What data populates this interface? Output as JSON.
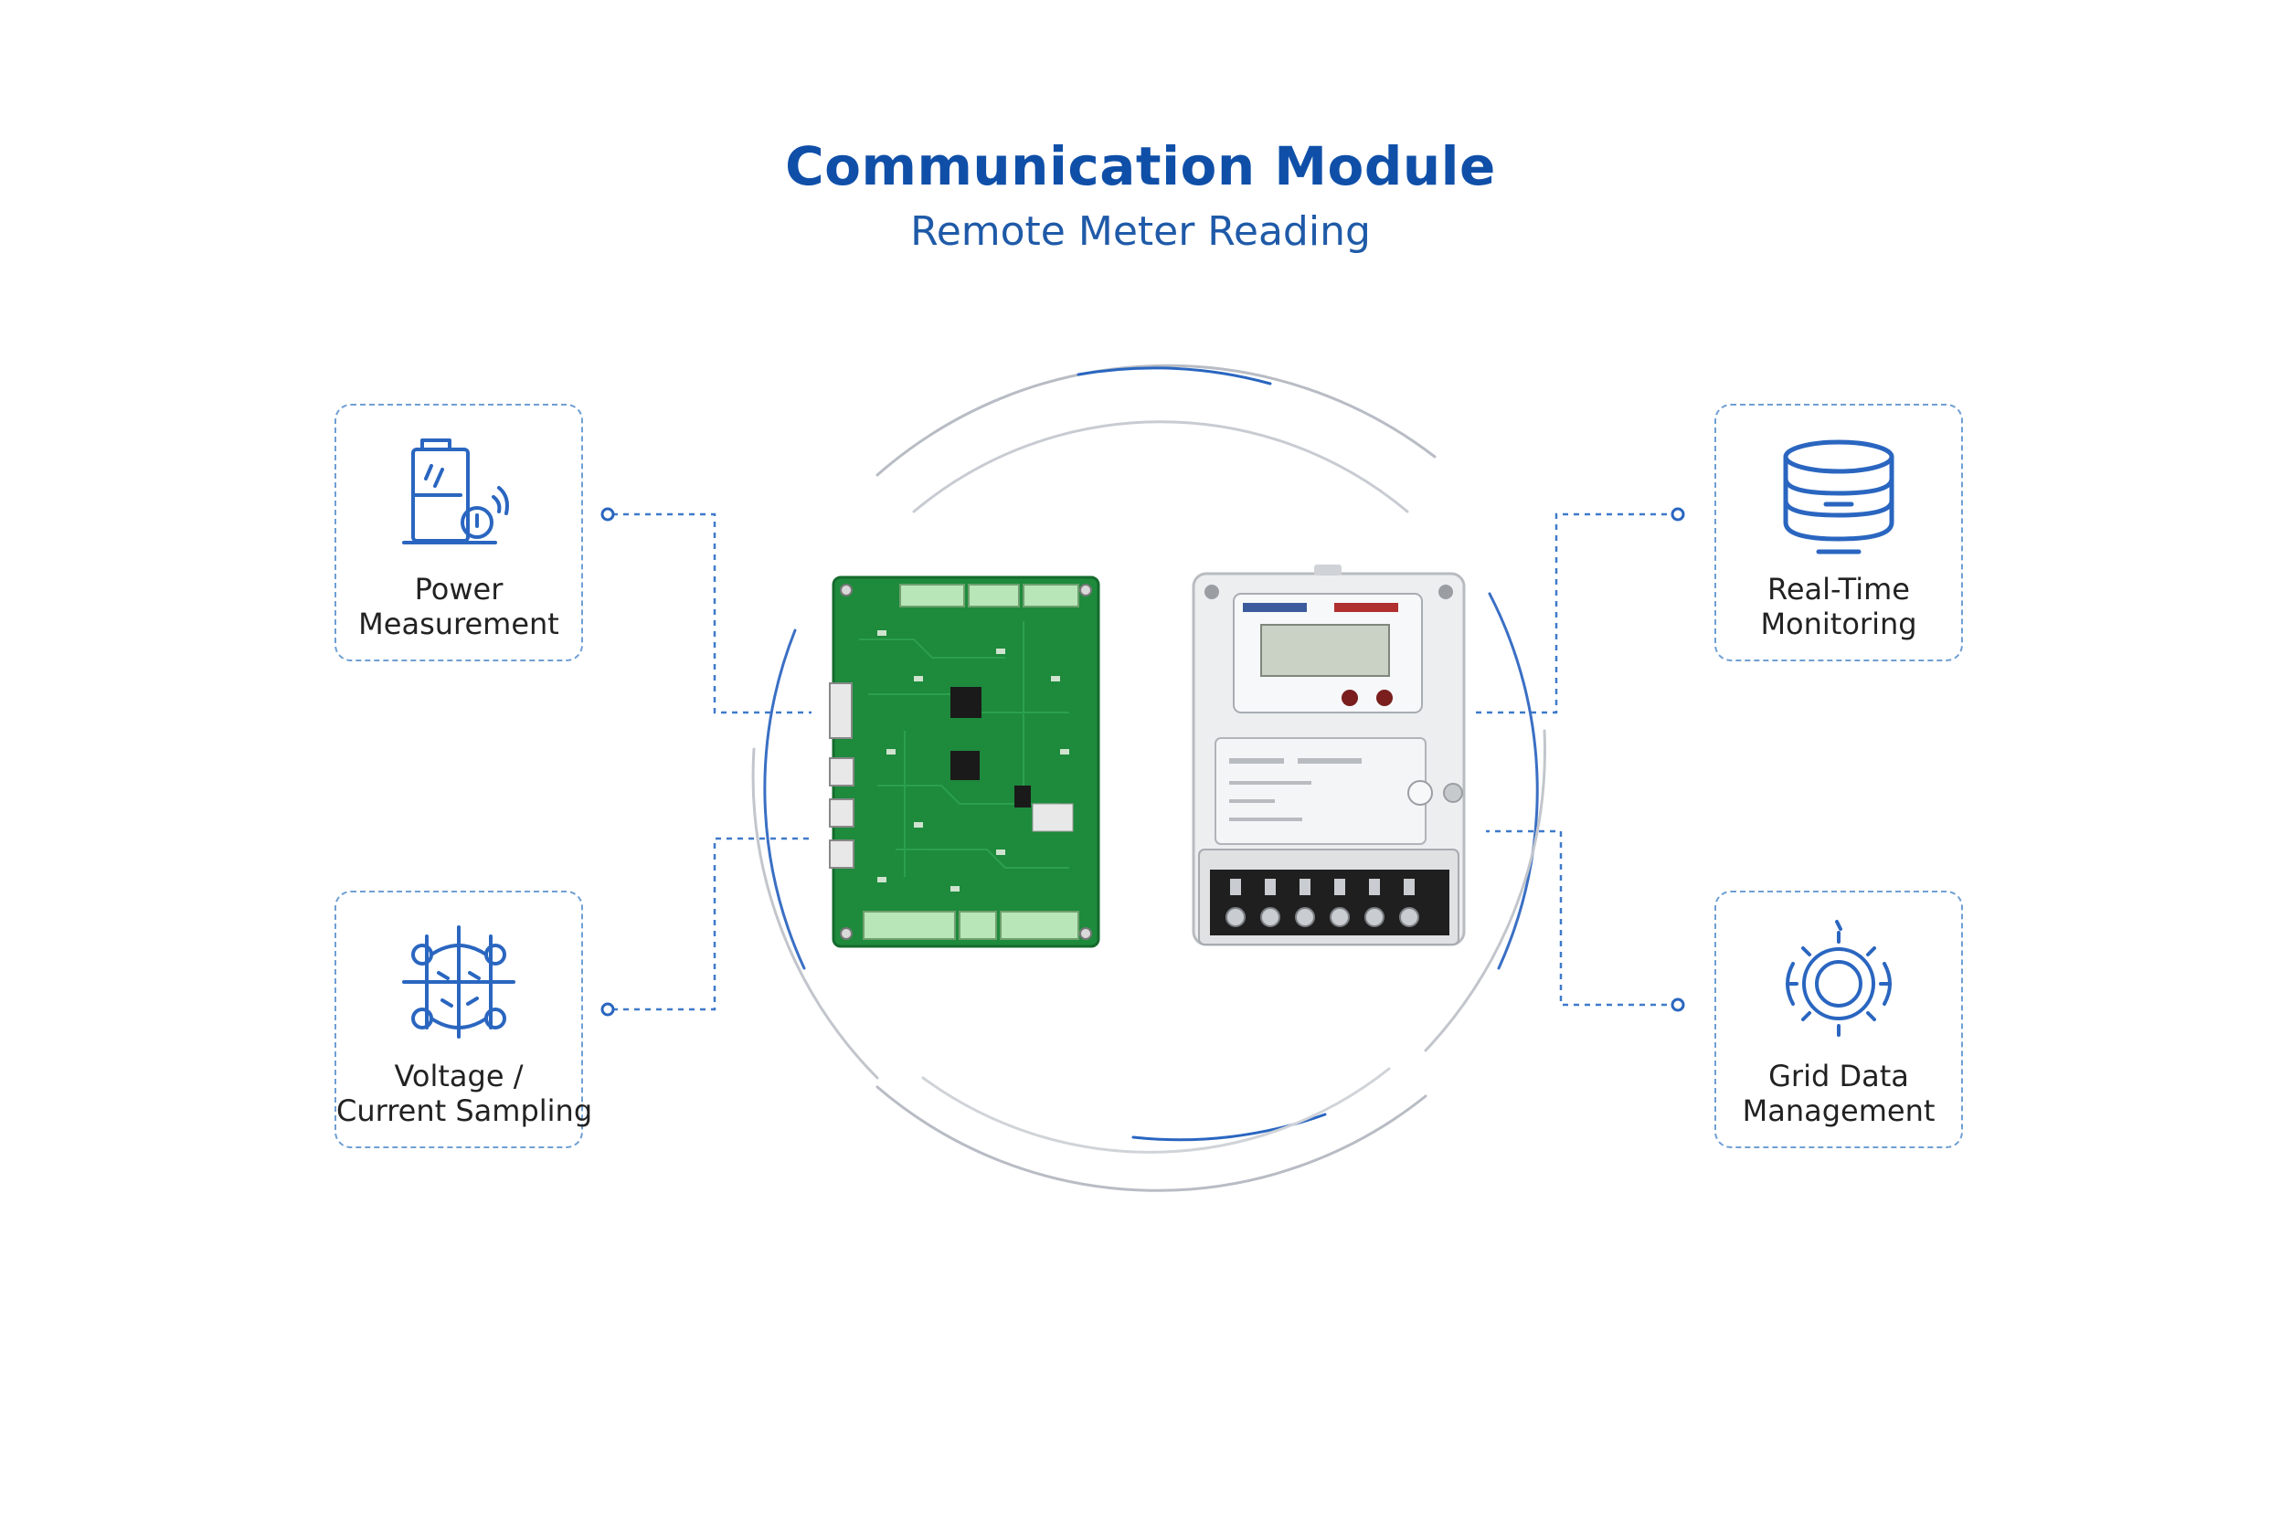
{
  "header": {
    "title": "Communication Module",
    "subtitle": "Remote Meter Reading"
  },
  "features": {
    "power": {
      "line1": "Power",
      "line2": "Measurement",
      "icon": "power-measurement-icon"
    },
    "voltage": {
      "line1": "Voltage /",
      "line2": "Current Sampling",
      "icon": "voltage-current-sampling-icon"
    },
    "realtime": {
      "line1": "Real-Time",
      "line2": "Monitoring",
      "icon": "database-icon"
    },
    "grid": {
      "line1": "Grid Data",
      "line2": "Management",
      "icon": "gear-icon"
    }
  },
  "devices": {
    "board": "pcb-board",
    "meter": "electricity-meter"
  },
  "colors": {
    "accent": "#1f5fbf",
    "title": "#0f4fa8",
    "pcb": "#1e8a3c",
    "connector": "#6f9fd3"
  }
}
